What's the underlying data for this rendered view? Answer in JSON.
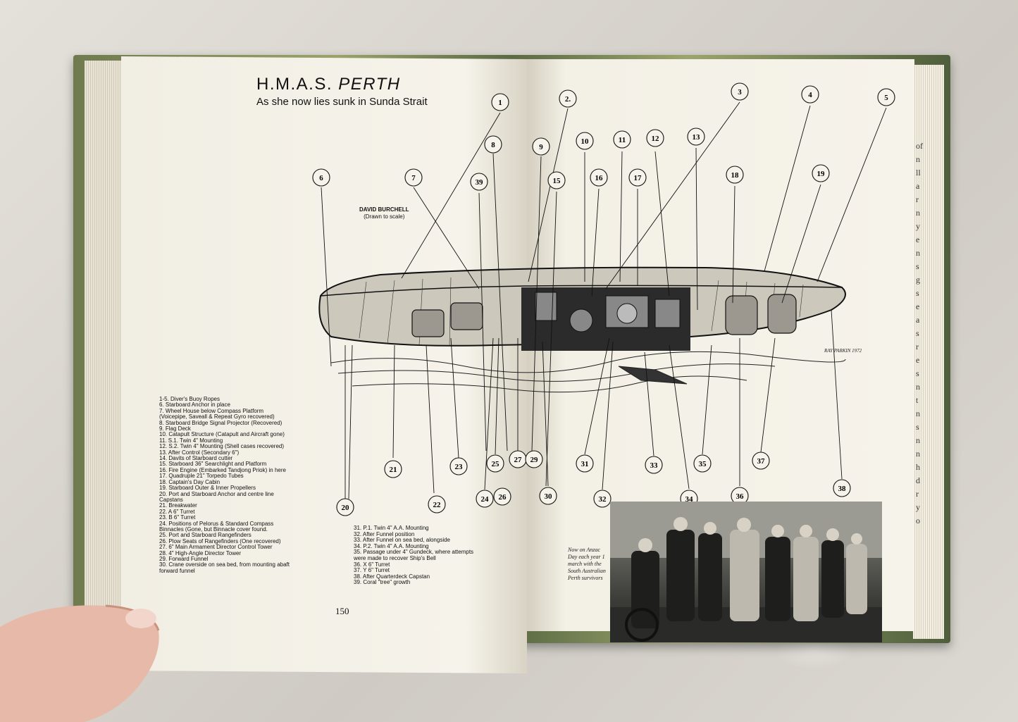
{
  "title_prefix": "H.M.A.S. ",
  "title_ship": "PERTH",
  "subtitle": "As she now lies sunk in Sunda Strait",
  "credit": {
    "name": "DAVID BURCHELL",
    "note": "(Drawn to scale)"
  },
  "signature": "RAY PARKIN 1972",
  "callouts": [
    "1",
    "2.",
    "3",
    "4",
    "5",
    "6",
    "7",
    "8",
    "9",
    "10",
    "11",
    "12",
    "13",
    "15",
    "16",
    "17",
    "18",
    "19",
    "39",
    "21",
    "22",
    "23",
    "24",
    "25",
    "26",
    "27",
    "29",
    "30",
    "31",
    "32",
    "33",
    "34",
    "35",
    "36",
    "37",
    "38",
    "20"
  ],
  "legend_left": [
    "1-5. Diver's Buoy Ropes",
    "6. Starboard Anchor in place",
    "7. Wheel House below Compass Platform",
    "(Voicepipe, Saveall & Repeat Gyro recovered)",
    "8. Starboard Bridge Signal Projector (Recovered)",
    "9. Flag Deck",
    "10. Catapult Structure (Catapult and Aircraft gone)",
    "11. S.1. Twin 4\" Mounting",
    "12. S.2. Twin 4\" Mounting (Shell cases recovered)",
    "13. After Control (Secondary 6\")",
    "14. Davits of Starboard cutter",
    "15. Starboard 36\" Searchlight and Platform",
    "16. Fire Engine (Embarked Tandjong Priok) in here",
    "17. Quadruple 21\" Torpedo Tubes",
    "18. Captain's Day Cabin",
    "19. Starboard Outer & Inner Propellers",
    "20. Port and Starboard Anchor and centre line",
    "Capstans",
    "21. Breakwater",
    "22. A 6\" Turret",
    "23. B 6\" Turret",
    "24. Positions of Pelorus & Standard Compass",
    "Binnacles (Gone, but Binnacle cover found.",
    "25. Port and Starboard Rangefinders",
    "26. Plow Seats of Rangefinders (One recovered)",
    "27. 6\" Main Armament Director Control Tower",
    "28. 4\" High-Angle Director Tower",
    "29. Forward Funnel",
    "30. Crane overside on sea bed, from mounting abaft",
    "forward funnel"
  ],
  "legend_right": [
    "31. P.1. Twin 4\" A.A. Mounting",
    "32. After Funnel position",
    "33. After Funnel on sea bed, alongside",
    "34. P.2. Twin 4\" A.A. Mounting",
    "35. Passage under 4\" Gundeck, where attempts",
    "were made to recover Ship's Bell",
    "36. X 6\" Turret",
    "37. Y 6\" Turret",
    "38. After Quarterdeck Capstan",
    "39. Coral \"tree\" growth"
  ],
  "page_number": "150",
  "photo_caption": "Now on Anzac Day each year 1 march with the South Australian Perth survivors",
  "right_strip": [
    "of",
    "n",
    "ll",
    "a",
    "r",
    "n",
    "y",
    "e",
    "n",
    "s",
    "g",
    "s",
    "e",
    "a",
    "s",
    "r",
    "e",
    "s",
    "n",
    "t",
    "n",
    "s",
    "n",
    "n",
    "h",
    "d",
    "r",
    "y",
    "o"
  ],
  "colors": {
    "paper": "#f4f1e8",
    "ink": "#111111",
    "cover": "#7d8a55",
    "cloth": "#d9d5cf"
  }
}
